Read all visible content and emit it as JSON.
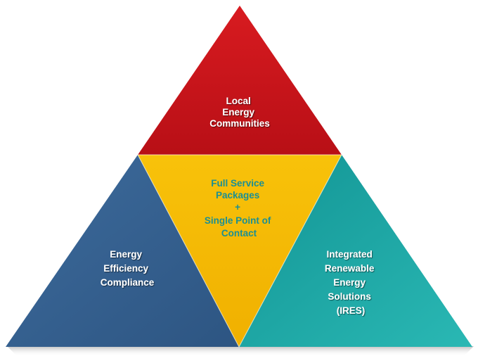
{
  "diagram": {
    "top": {
      "label_lines": [
        "Local",
        "Energy",
        "Communities"
      ],
      "color": "#c4141c"
    },
    "left": {
      "label_lines": [
        "Energy",
        "Efficiency",
        "Compliance"
      ],
      "color": "#355f8f"
    },
    "right": {
      "label_lines": [
        "Integrated",
        "Renewable",
        "Energy",
        "Solutions",
        "(IRES)"
      ],
      "color": "#159c9c"
    },
    "center": {
      "label_lines": [
        "Full Service",
        "Packages",
        "+",
        "Single Point of",
        "Contact"
      ],
      "color": "#f5b800",
      "text_color": "#1b8f93"
    }
  }
}
